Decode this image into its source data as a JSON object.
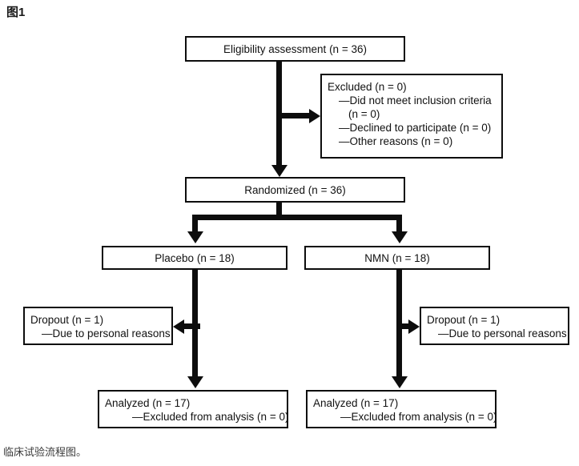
{
  "figure": {
    "title": "图1",
    "caption": "临床试验流程图。"
  },
  "diagram": {
    "type": "consort-flow-diagram",
    "colors": {
      "line": "#0d0d0d",
      "box_border": "#0d0d0d",
      "box_fill": "#ffffff",
      "text": "#111111",
      "background": "#ffffff"
    },
    "nodes": {
      "eligibility": {
        "label": "Eligibility assessment (n = 36)"
      },
      "excluded": {
        "line1": "Excluded (n = 0)",
        "line2": "—Did not meet inclusion criteria",
        "line3": "(n = 0)",
        "line4": "—Declined to participate (n = 0)",
        "line5": "—Other reasons (n = 0)"
      },
      "randomized": {
        "label": "Randomized (n = 36)"
      },
      "placebo": {
        "label": "Placebo (n = 18)"
      },
      "nmn": {
        "label": "NMN (n = 18)"
      },
      "dropout_left": {
        "line1": "Dropout (n = 1)",
        "line2": "—Due to personal reasons"
      },
      "dropout_right": {
        "line1": "Dropout (n = 1)",
        "line2": "—Due to personal reasons"
      },
      "analyzed_left": {
        "line1": "Analyzed (n = 17)",
        "line2": "—Excluded from analysis (n = 0)"
      },
      "analyzed_right": {
        "line1": "Analyzed (n = 17)",
        "line2": "—Excluded from analysis (n = 0)"
      }
    }
  }
}
